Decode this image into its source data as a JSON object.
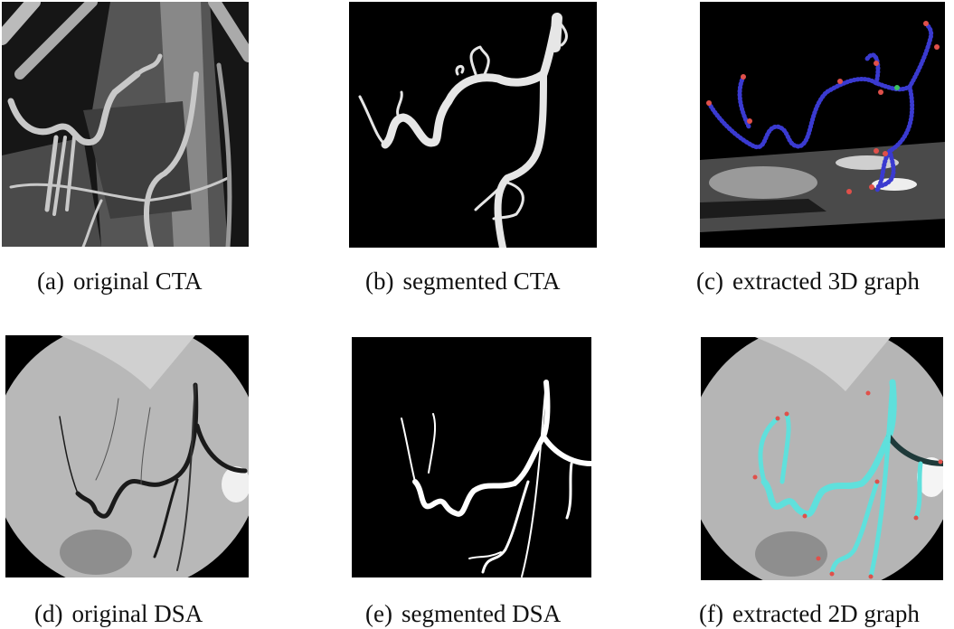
{
  "figure": {
    "panels": [
      {
        "id": "a",
        "label": "(a)",
        "caption": "original CTA"
      },
      {
        "id": "b",
        "label": "(b)",
        "caption": "segmented CTA"
      },
      {
        "id": "c",
        "label": "(c)",
        "caption": "extracted 3D graph"
      },
      {
        "id": "d",
        "label": "(d)",
        "caption": "original DSA"
      },
      {
        "id": "e",
        "label": "(e)",
        "caption": "segmented DSA"
      },
      {
        "id": "f",
        "label": "(f)",
        "caption": "extracted 2D graph"
      }
    ],
    "colors": {
      "graph_edge_3d": "#3a3ad0",
      "graph_node_endpoint": "#e0504a",
      "graph_node_junction": "#3ac060",
      "graph_overlay_2d": "#5fe0dc",
      "background": "#000000",
      "dsa_background": "#b8b8b8"
    }
  }
}
